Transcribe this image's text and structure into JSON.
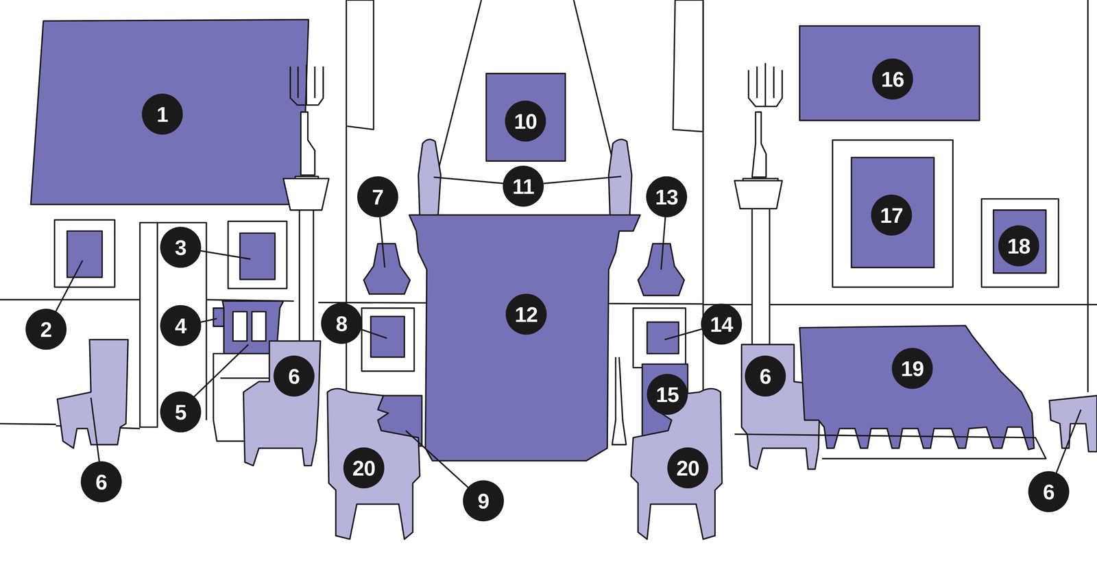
{
  "diagram": {
    "labels": [
      "1",
      "10",
      "16",
      "7",
      "11",
      "13",
      "17",
      "3",
      "18",
      "12",
      "4",
      "8",
      "2",
      "14",
      "6",
      "6",
      "19",
      "15",
      "5",
      "20",
      "20",
      "6",
      "9",
      "6"
    ]
  }
}
